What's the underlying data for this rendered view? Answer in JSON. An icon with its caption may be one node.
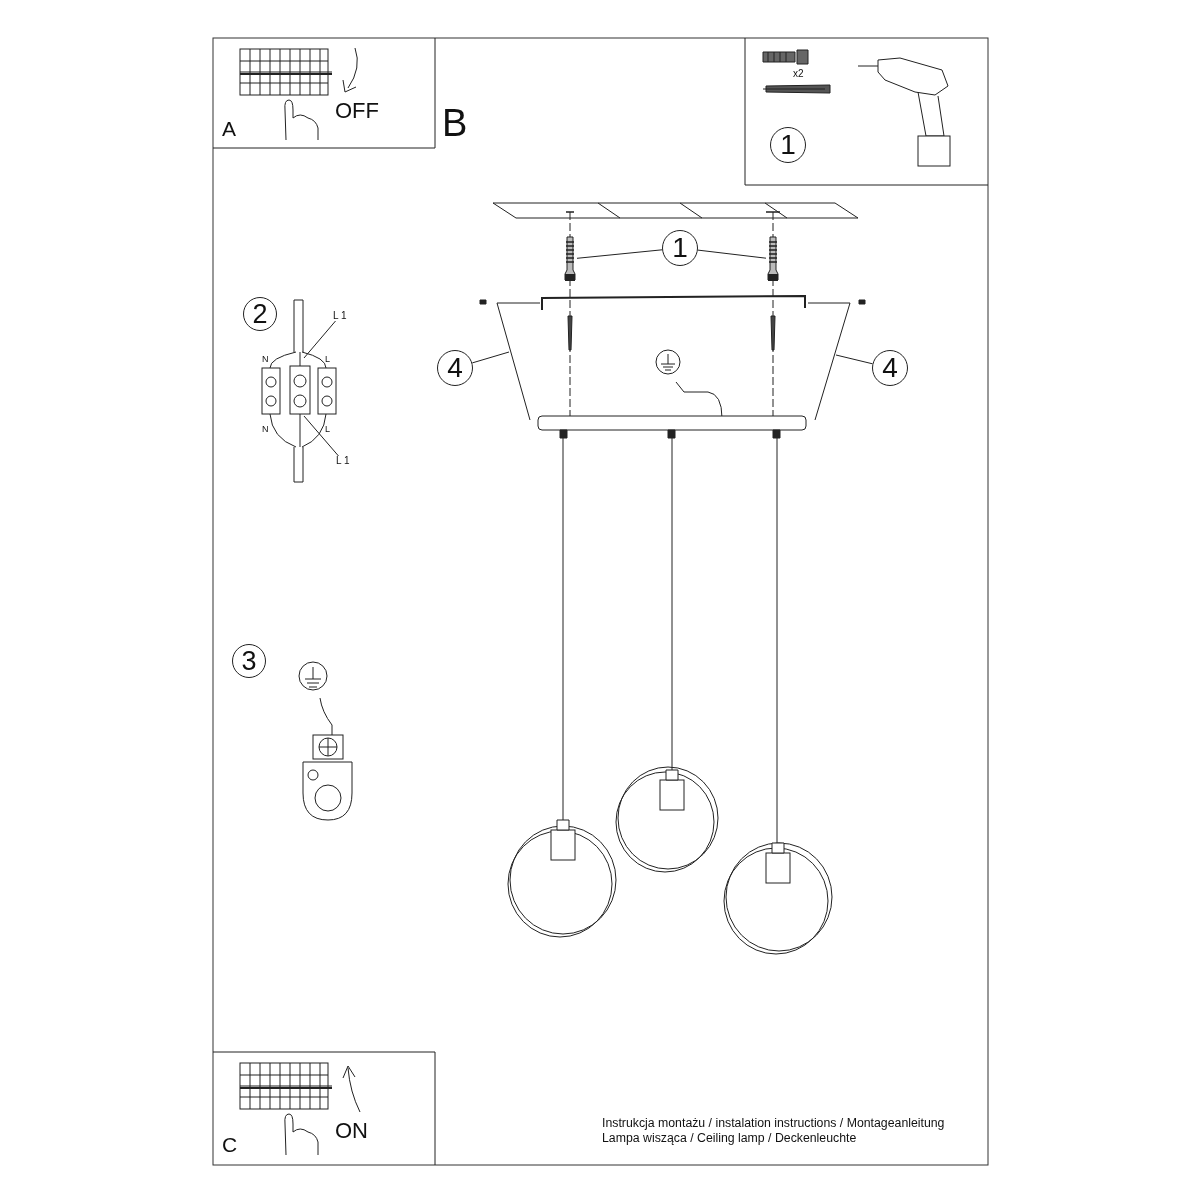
{
  "diagram": {
    "nodes": [
      {
        "text": [
          "1"
        ]
      },
      {
        "text": [],
        "shape": "picture"
      },
      {
        "text": [],
        "shape": "picture"
      },
      {
        "text": [
          "4"
        ]
      },
      {
        "text": [
          "4"
        ]
      },
      {
        "text": [
          "L 1"
        ]
      },
      {
        "text": [
          "L 1"
        ]
      },
      {
        "text": [
          "1"
        ]
      },
      {
        "text": [
          "2"
        ]
      },
      {
        "text": [
          "3"
        ]
      }
    ],
    "edges": [
      {
        "from": 0,
        "to": 1,
        "arrow": "none"
      },
      {
        "from": 0,
        "to": 2,
        "arrow": "none"
      },
      {
        "from": 3,
        "to": null,
        "arrow": "none"
      },
      {
        "from": 4,
        "to": null,
        "arrow": "none"
      },
      {
        "from": 5,
        "to": null,
        "arrow": "none"
      },
      {
        "from": 6,
        "to": null,
        "arrow": "none"
      }
    ],
    "labels": [
      "A",
      "OFF",
      "B",
      "x2",
      "N",
      "L",
      "N",
      "L",
      "C",
      "ON",
      "Instrukcja montażu / instalation instructions / Montageanleitung",
      "Lampa wisząca / Ceiling lamp / Deckenleuchte"
    ]
  }
}
